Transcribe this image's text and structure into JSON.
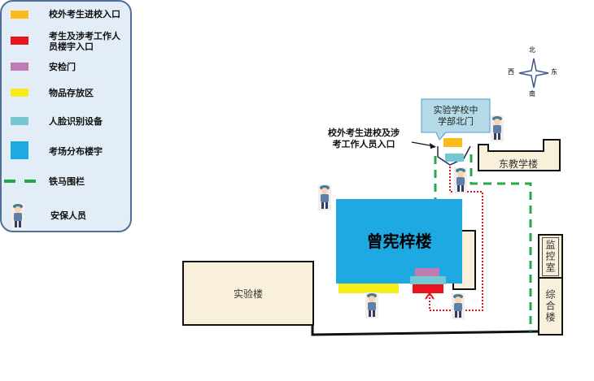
{
  "legend": {
    "items": [
      {
        "label": "校外考生进校入口",
        "color": "#fbbc1a"
      },
      {
        "label": "考生及涉考工作人员楼宇入口",
        "color": "#e8141e"
      },
      {
        "label": "安检门",
        "color": "#c07bb4"
      },
      {
        "label": "物品存放区",
        "color": "#f6ed1a"
      },
      {
        "label": "人脸识别设备",
        "color": "#74c8d4"
      },
      {
        "label": "考场分布楼宇",
        "color": "#1fa9e3"
      },
      {
        "label": "铁马围栏",
        "color": "#25a847"
      },
      {
        "label": "安保人员",
        "icon": "guard-icon"
      }
    ]
  },
  "compass": {
    "north": "北",
    "south": "南",
    "west": "西",
    "east": "东"
  },
  "map": {
    "main_building": "曾宪梓楼",
    "lab_building": "实验楼",
    "east_building": "东教学楼",
    "monitor_room": "监控室",
    "complex_building": "综合楼",
    "north_gate_callout": "实验学校中学部北门",
    "entrance_label": "校外考生进校及涉考工作人员入口"
  }
}
